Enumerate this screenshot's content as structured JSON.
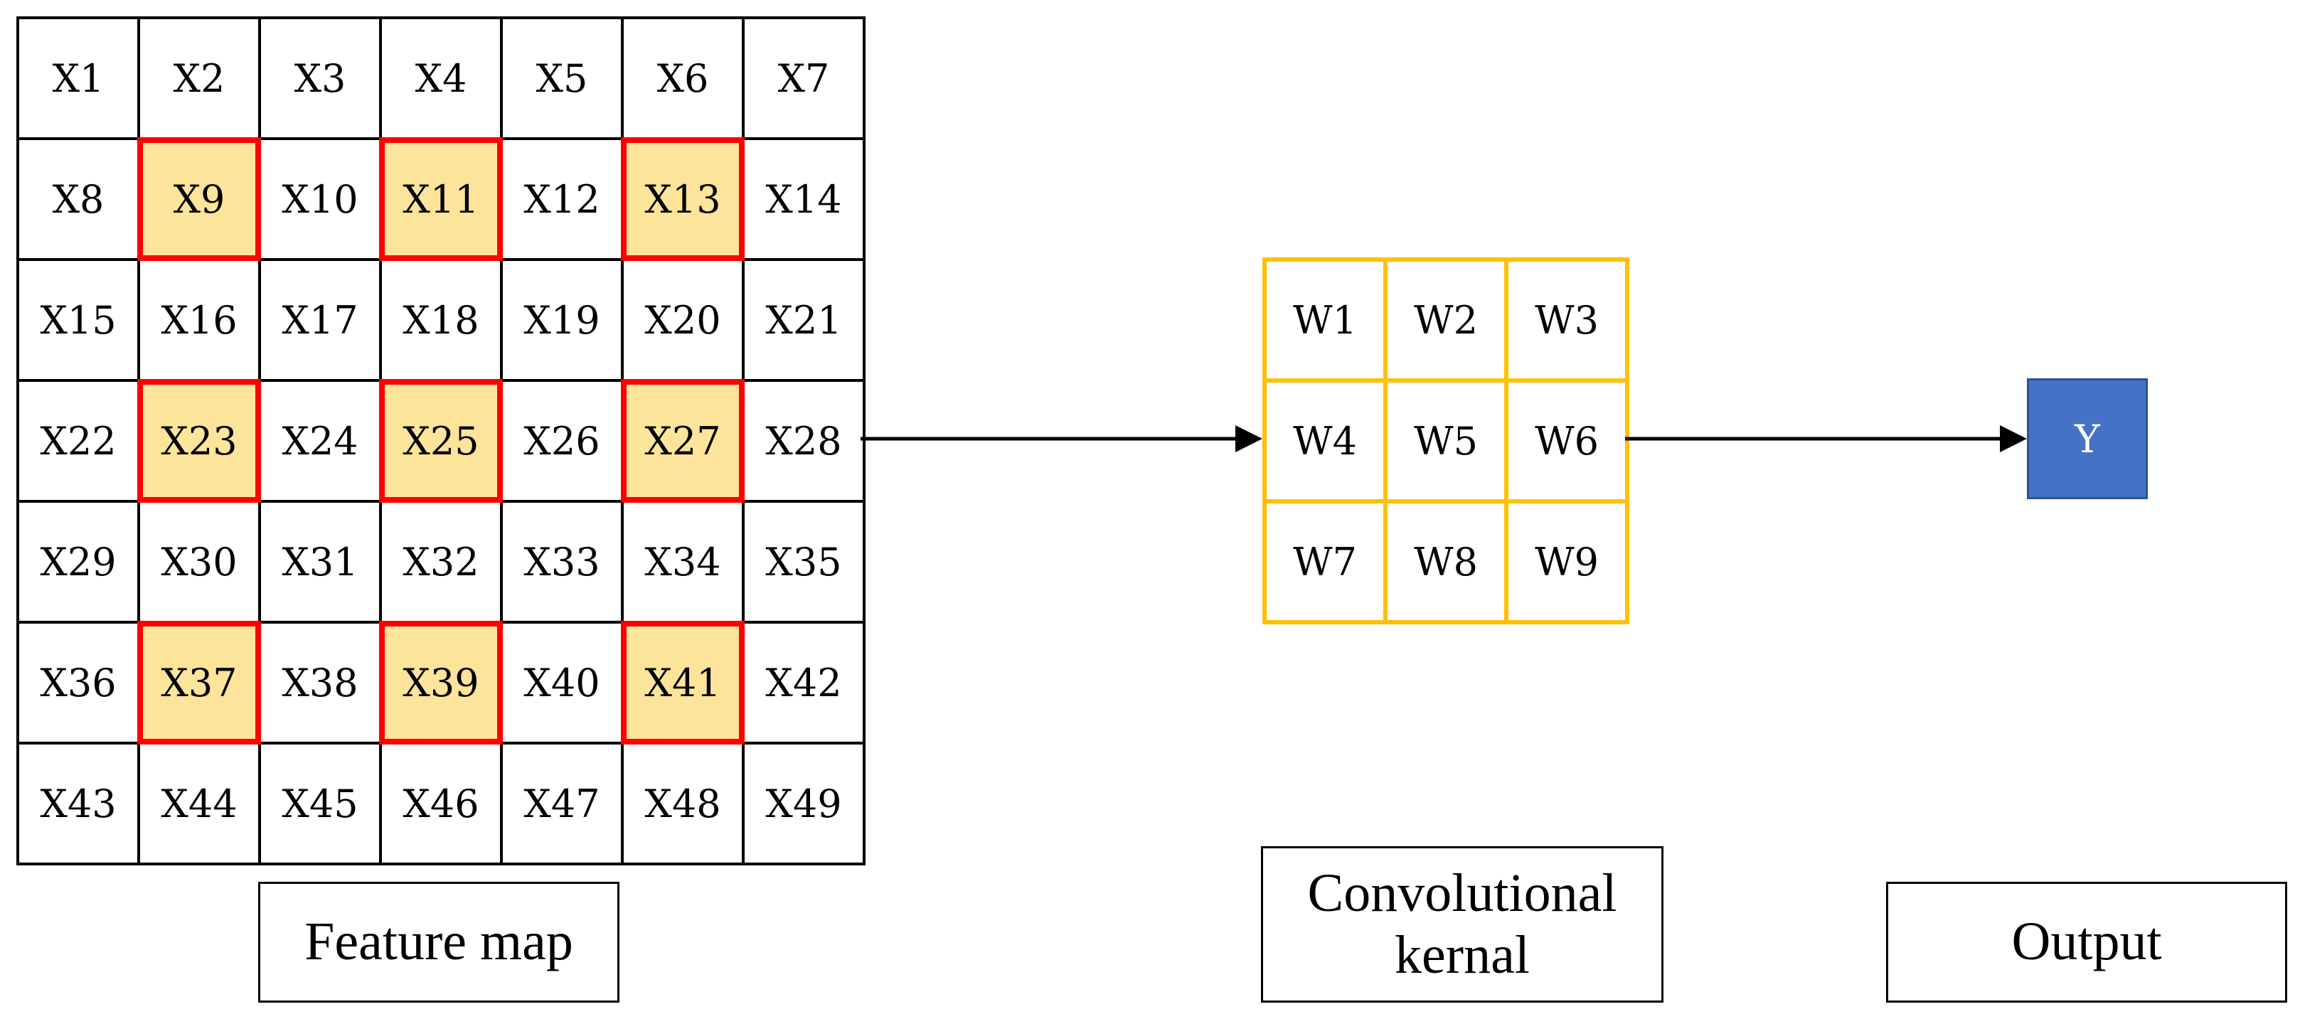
{
  "feature_map": {
    "cells": [
      "X1",
      "X2",
      "X3",
      "X4",
      "X5",
      "X6",
      "X7",
      "X8",
      "X9",
      "X10",
      "X11",
      "X12",
      "X13",
      "X14",
      "X15",
      "X16",
      "X17",
      "X18",
      "X19",
      "X20",
      "X21",
      "X22",
      "X23",
      "X24",
      "X25",
      "X26",
      "X27",
      "X28",
      "X29",
      "X30",
      "X31",
      "X32",
      "X33",
      "X34",
      "X35",
      "X36",
      "X37",
      "X38",
      "X39",
      "X40",
      "X41",
      "X42",
      "X43",
      "X44",
      "X45",
      "X46",
      "X47",
      "X48",
      "X49"
    ],
    "highlighted": [
      "X9",
      "X11",
      "X13",
      "X23",
      "X25",
      "X27",
      "X37",
      "X39",
      "X41"
    ],
    "label": "Feature map"
  },
  "kernel": {
    "cells": [
      "W1",
      "W2",
      "W3",
      "W4",
      "W5",
      "W6",
      "W7",
      "W8",
      "W9"
    ],
    "label_line1": "Convolutional",
    "label_line2": "kernal"
  },
  "output": {
    "value": "Y",
    "label": "Output"
  },
  "colors": {
    "highlight_fill": "#fde49b",
    "highlight_border": "#ff0000",
    "kernel_border": "#ffc000",
    "output_fill": "#4472c4"
  }
}
